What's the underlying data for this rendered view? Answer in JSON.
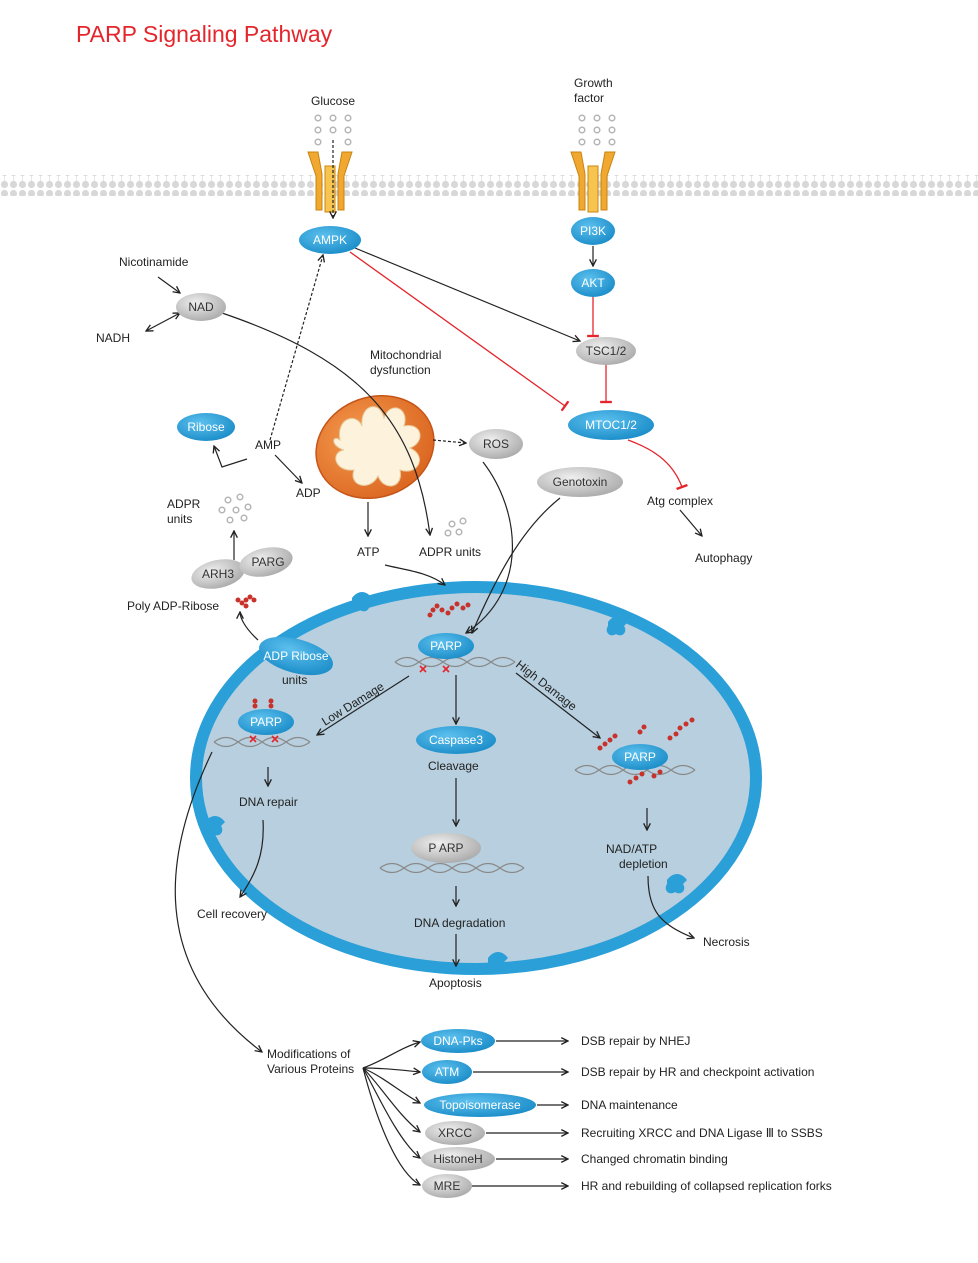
{
  "title": "PARP Signaling Pathway",
  "colors": {
    "title": "#e4262c",
    "blue_node": "#2a9fd8",
    "grey_node": "#c9c9c9",
    "cell": "#b7cfde",
    "cell_border": "#2a9fd8",
    "inhibit": "#e4262c",
    "arrow": "#222222",
    "poly_adp": "#c8322a",
    "mito_outer": "#e8742a"
  },
  "inputs": {
    "glucose": "Glucose",
    "growth_factor": [
      "Growth",
      "factor"
    ],
    "nicotinamide": "Nicotinamide",
    "nadh": "NADH"
  },
  "nodes": {
    "ampk": "AMPK",
    "pi3k": "PI3K",
    "akt": "AKT",
    "tsc": "TSC1/2",
    "mtoc": "MTOC1/2",
    "nad": "NAD",
    "ros": "ROS",
    "genotoxin": "Genotoxin",
    "ribose": "Ribose",
    "arh3": "ARH3",
    "parg": "PARG",
    "parp_top": "PARP",
    "parp_left": "PARP",
    "parp_right": "PARP",
    "parp_cleaved": "P ARP",
    "caspase3": "Caspase3",
    "adp_ribose_units": [
      "ADP Ribose",
      "units"
    ]
  },
  "labels": {
    "mito": [
      "Mitochondrial",
      "dysfunction"
    ],
    "amp": "AMP",
    "adp": "ADP",
    "atp": "ATP",
    "adpr_units_left": [
      "ADPR",
      "units"
    ],
    "adpr_units_mid": "ADPR units",
    "poly_adp": "Poly ADP-Ribose",
    "atg": "Atg complex",
    "autophagy": "Autophagy",
    "low_damage": "Low Damage",
    "high_damage": "High Damage",
    "cleavage": "Cleavage",
    "dna_repair": "DNA repair",
    "cell_recovery": "Cell recovery",
    "dna_degradation": "DNA degradation",
    "apoptosis": "Apoptosis",
    "nad_atp": [
      "NAD/ATP",
      "depletion"
    ],
    "necrosis": "Necrosis",
    "modifications": [
      "Modifications of",
      "Various Proteins"
    ]
  },
  "proteins": [
    {
      "name": "DNA-Pks",
      "effect": "DSB repair by NHEJ",
      "kind": "blue"
    },
    {
      "name": "ATM",
      "effect": "DSB repair by HR and checkpoint activation",
      "kind": "blue"
    },
    {
      "name": "Topoisomerase",
      "effect": "DNA maintenance",
      "kind": "blue"
    },
    {
      "name": "XRCC",
      "effect": "Recruiting XRCC and DNA Ligase Ⅲ  to  SSBS",
      "kind": "grey"
    },
    {
      "name": "HistoneH",
      "effect": "Changed chromatin binding",
      "kind": "grey"
    },
    {
      "name": "MRE",
      "effect": "HR and rebuilding of collapsed replication forks",
      "kind": "grey"
    }
  ]
}
